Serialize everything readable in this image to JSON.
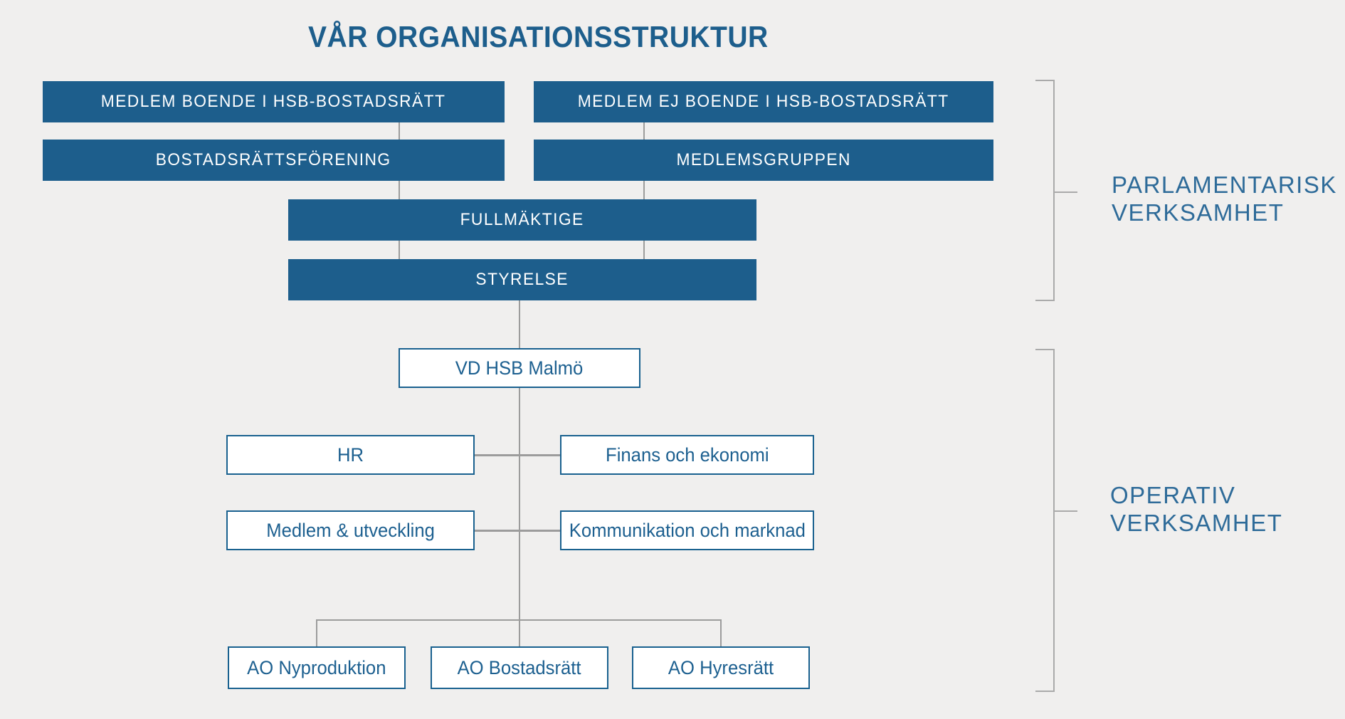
{
  "title": "VÅR ORGANISATIONSSTRUKTUR",
  "colors": {
    "background": "#f0efee",
    "box_fill_blue": "#1d5e8c",
    "box_border_blue": "#19618f",
    "box_text_white": "#ffffff",
    "box_text_blue": "#1d6090",
    "title_blue": "#1d5e8c",
    "section_label_blue": "#2e6b99",
    "connector_gray": "#9c9c9c",
    "bracket_gray": "#aaaaaa"
  },
  "org_chart": {
    "filled_boxes": [
      {
        "id": "medlem-boende",
        "label": "MEDLEM BOENDE I HSB-BOSTADSRÄTT"
      },
      {
        "id": "medlem-ej-boende",
        "label": "MEDLEM EJ BOENDE I HSB-BOSTADSRÄTT"
      },
      {
        "id": "bostadsrattsforening",
        "label": "BOSTADSRÄTTSFÖRENING"
      },
      {
        "id": "medlemsgruppen",
        "label": "MEDLEMSGRUPPEN"
      },
      {
        "id": "fullmaktige",
        "label": "FULLMÄKTIGE"
      },
      {
        "id": "styrelse",
        "label": "STYRELSE"
      }
    ],
    "outlined_boxes": [
      {
        "id": "vd",
        "label": "VD HSB Malmö"
      },
      {
        "id": "hr",
        "label": "HR"
      },
      {
        "id": "finans",
        "label": "Finans och ekonomi"
      },
      {
        "id": "medlem-utveckling",
        "label": "Medlem & utveckling"
      },
      {
        "id": "kommunikation",
        "label": "Kommunikation och marknad"
      },
      {
        "id": "ao-nyproduktion",
        "label": "AO Nyproduktion"
      },
      {
        "id": "ao-bostadsratt",
        "label": "AO Bostadsrätt"
      },
      {
        "id": "ao-hyresratt",
        "label": "AO Hyresrätt"
      }
    ],
    "section_labels": [
      {
        "id": "parlamentarisk",
        "line1": "PARLAMENTARISK",
        "line2": "VERKSAMHET"
      },
      {
        "id": "operativ",
        "line1": "OPERATIV",
        "line2": "VERKSAMHET"
      }
    ]
  }
}
